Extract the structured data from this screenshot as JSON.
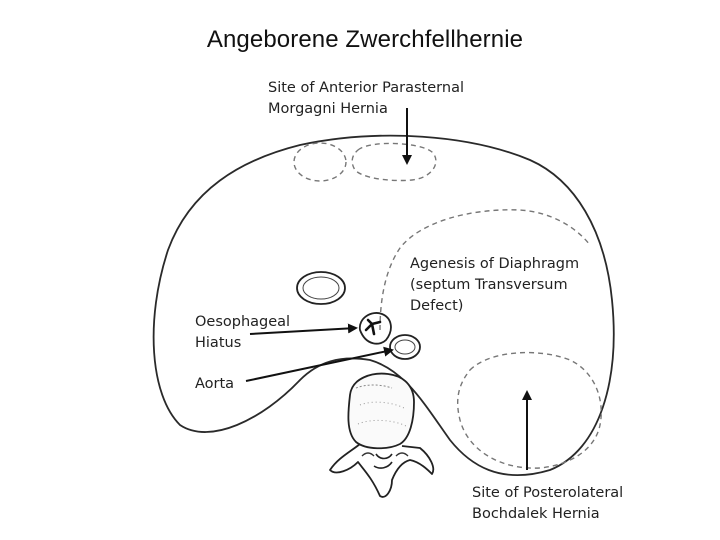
{
  "slide": {
    "title": "Angeborene Zwerchfellhernie"
  },
  "diagram": {
    "labels": {
      "morgagni_line1": "Site of Anterior Parasternal",
      "morgagni_line2": "Morgagni Hernia",
      "agenesis_line1": "Agenesis of Diaphragm",
      "agenesis_line2": "(septum Transversum",
      "agenesis_line3": "Defect)",
      "oesophageal_line1": "Oesophageal",
      "oesophageal_line2": "Hiatus",
      "aorta": "Aorta",
      "bochdalek_line1": "Site of Posterolateral",
      "bochdalek_line2": "Bochdalek Hernia"
    }
  }
}
